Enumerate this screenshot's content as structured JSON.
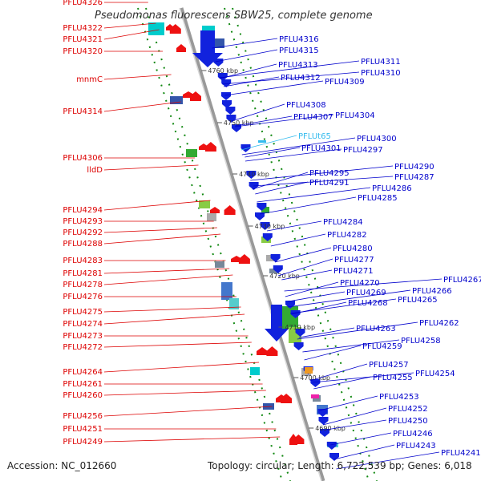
{
  "title": "Pseudomonas fluorescens SBW25, complete genome",
  "footer": {
    "accession": "Accession: NC_012660",
    "topology": "Topology: circular; Length: 6,722,539 bp; Genes: 6,018"
  },
  "colors": {
    "backbone": "#999999",
    "reverse_strand_gene": "#ee1111",
    "forward_strand_gene": "#1122dd",
    "rna_gene": "#33bbee",
    "dotted_guide": "#118811",
    "left_label": "#dd0000",
    "right_label": "#0000cc"
  },
  "ticks": [
    {
      "label": "4760 kbp"
    },
    {
      "label": "4750 kbp"
    },
    {
      "label": "4740 kbp"
    },
    {
      "label": "4730 kbp"
    },
    {
      "label": "4720 kbp"
    },
    {
      "label": "4710 kbp"
    },
    {
      "label": "4700 kbp"
    },
    {
      "label": "4690 kbp"
    }
  ],
  "left_genes": [
    "PFLU4326",
    "PFLU4322",
    "PFLU4321",
    "PFLU4320",
    "mnmC",
    "PFLU4314",
    "PFLU4306",
    "lldD",
    "PFLU4294",
    "PFLU4293",
    "PFLU4292",
    "PFLU4288",
    "PFLU4283",
    "PFLU4281",
    "PFLU4278",
    "PFLU4276",
    "PFLU4275",
    "PFLU4274",
    "PFLU4273",
    "PFLU4272",
    "PFLU4264",
    "PFLU4261",
    "PFLU4260",
    "PFLU4256",
    "PFLU4251",
    "PFLU4249"
  ],
  "right_genes": [
    "PFLU4316",
    "PFLU4315",
    "PFLU4313",
    "PFLU4311",
    "PFLU4312",
    "PFLU4310",
    "PFLU4309",
    "PFLU4308",
    "PFLU4307",
    "PFLU4304",
    "PFLUt65",
    "PFLU4300",
    "PFLU4301",
    "PFLU4297",
    "PFLU4290",
    "PFLU4295",
    "PFLU4287",
    "PFLU4291",
    "PFLU4286",
    "PFLU4285",
    "PFLU4284",
    "PFLU4282",
    "PFLU4280",
    "PFLU4277",
    "PFLU4271",
    "PFLU4267",
    "PFLU4270",
    "PFLU4266",
    "PFLU4269",
    "PFLU4268",
    "PFLU4265",
    "PFLU4262",
    "PFLU4263",
    "PFLU4258",
    "PFLU4259",
    "PFLU4257",
    "PFLU4254",
    "PFLU4255",
    "PFLU4253",
    "PFLU4252",
    "PFLU4250",
    "PFLU4246",
    "PFLU4243",
    "PFLU4241"
  ]
}
